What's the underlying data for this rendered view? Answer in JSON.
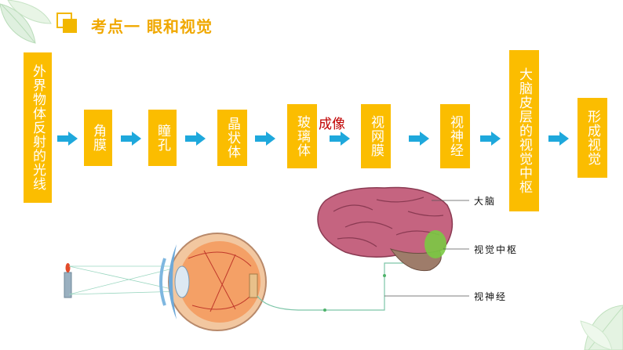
{
  "header": {
    "title": "考点一   眼和视觉"
  },
  "flow": {
    "steps": [
      {
        "label": "外界物体反射的光线"
      },
      {
        "label": "角膜"
      },
      {
        "label": "瞳孔"
      },
      {
        "label": "晶状体"
      },
      {
        "label": "玻璃体"
      },
      {
        "label": "视网膜"
      },
      {
        "label": "视神经"
      },
      {
        "label": "大脑皮层的视觉中枢"
      },
      {
        "label": "形成视觉"
      }
    ],
    "note_label": "成像",
    "box_color": "#fbbd00",
    "arrow_color": "#1ea8dc",
    "note_color": "#c00000"
  },
  "illustration": {
    "labels": {
      "brain": "大脑",
      "visual_center": "视觉中枢",
      "optic_nerve": "视神经"
    }
  }
}
